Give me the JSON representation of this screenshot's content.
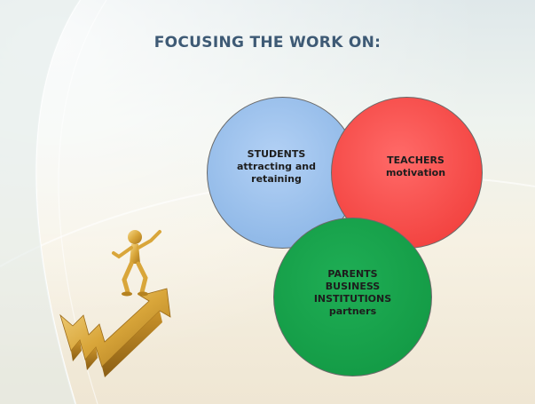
{
  "slide": {
    "title": "FOCUSING THE WORK ON:",
    "circles": [
      {
        "id": "students",
        "lines": [
          "STUDENTS",
          "attracting and",
          "retaining"
        ],
        "color": "#8cb6e6"
      },
      {
        "id": "teachers",
        "lines": [
          "TEACHERS",
          "motivation"
        ],
        "color": "#f2413e"
      },
      {
        "id": "parents",
        "lines": [
          "PARENTS",
          "BUSINESS",
          "INSTITUTIONS",
          "partners"
        ],
        "color": "#139a45"
      }
    ],
    "illustration": {
      "icon": "figure-on-rising-arrow-icon",
      "color": "#d9a63a"
    }
  }
}
